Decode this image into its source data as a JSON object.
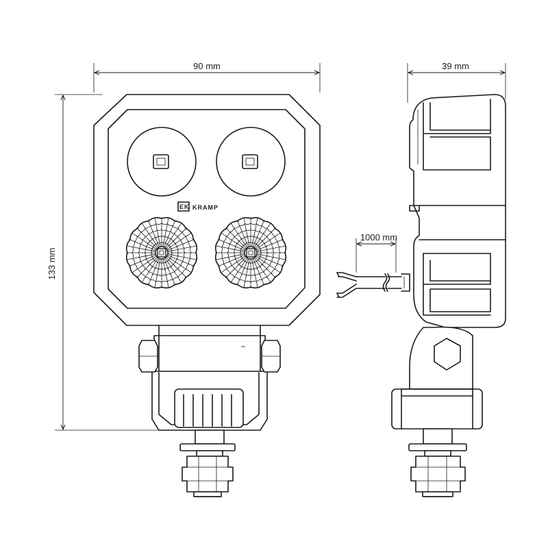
{
  "dimensions": {
    "width": "90 mm",
    "height": "133 mm",
    "depth": "39 mm",
    "cable_length": "1000 mm"
  },
  "brand": {
    "name": "KRAMP",
    "mark": "EK"
  }
}
